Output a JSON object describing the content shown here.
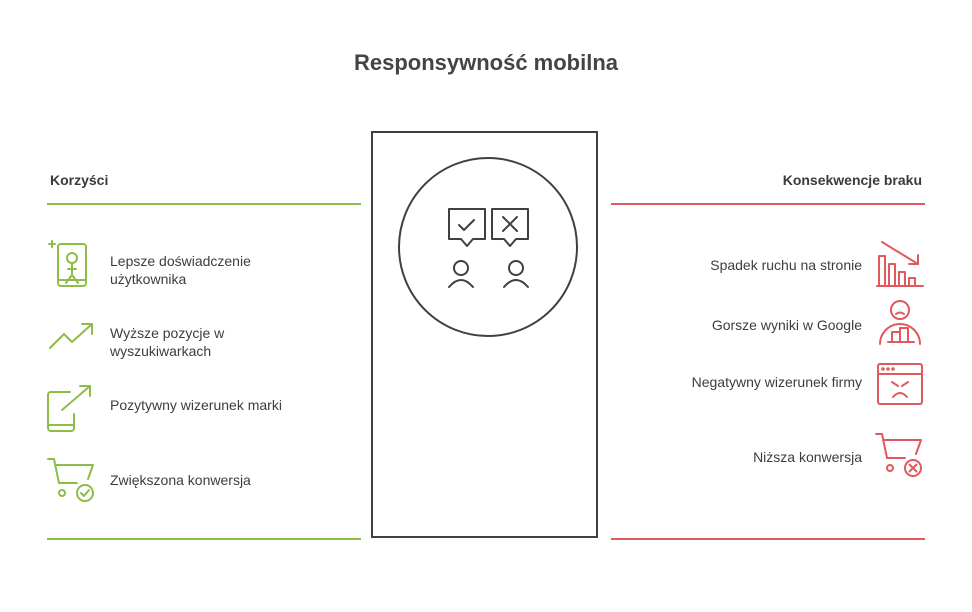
{
  "title": "Responsywność mobilna",
  "benefits": {
    "heading": "Korzyści",
    "items": [
      {
        "label": "Lepsze doświadczenie użytkownika",
        "icon": "touch-phone-icon"
      },
      {
        "label": "Wyższe pozycje w wyszukiwarkach",
        "icon": "trend-up-icon"
      },
      {
        "label": "Pozytywny wizerunek marki",
        "icon": "phone-growth-icon"
      },
      {
        "label": "Zwiększona konwersja",
        "icon": "cart-check-icon"
      }
    ]
  },
  "consequences": {
    "heading": "Konsekwencje braku",
    "items": [
      {
        "label": "Spadek ruchu na stronie",
        "icon": "declining-bars-icon"
      },
      {
        "label": "Gorsze wyniki w Google",
        "icon": "sad-person-icon"
      },
      {
        "label": "Negatywny wizerunek firmy",
        "icon": "angry-window-icon"
      },
      {
        "label": "Niższa konwersja",
        "icon": "cart-x-icon"
      }
    ]
  },
  "center_icon": "people-approve-reject-icon",
  "colors": {
    "benefit": "#8cbd47",
    "consequence": "#e0595d",
    "outline": "#404040"
  }
}
